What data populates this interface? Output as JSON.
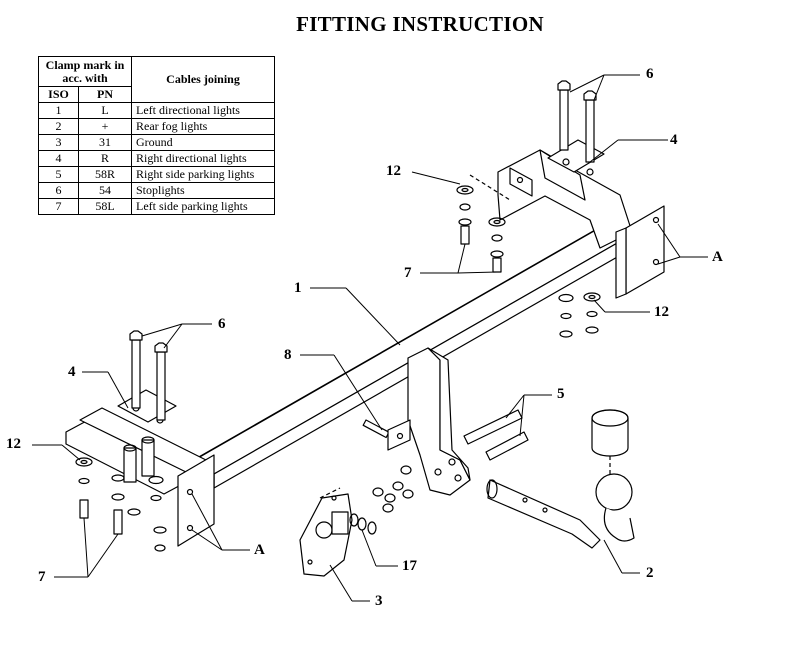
{
  "title": "FITTING INSTRUCTION",
  "legend": {
    "header_clamp": "Clamp mark in acc. with",
    "header_cables": "Cables joining",
    "header_iso": "ISO",
    "header_pn": "PN",
    "rows": [
      {
        "iso": "1",
        "pn": "L",
        "desc": "Left directional lights"
      },
      {
        "iso": "2",
        "pn": "+",
        "desc": "Rear fog lights"
      },
      {
        "iso": "3",
        "pn": "31",
        "desc": "Ground"
      },
      {
        "iso": "4",
        "pn": "R",
        "desc": "Right directional lights"
      },
      {
        "iso": "5",
        "pn": "58R",
        "desc": "Right side parking lights"
      },
      {
        "iso": "6",
        "pn": "54",
        "desc": "Stoplights"
      },
      {
        "iso": "7",
        "pn": "58L",
        "desc": "Left side parking lights"
      }
    ]
  },
  "callouts": {
    "bolts_top_right": "6",
    "plate_top_right": "4",
    "washers_top": "12",
    "nuts_top": "7",
    "mount_right": "A",
    "washers_right": "12",
    "crossbar": "1",
    "bolts_left": "6",
    "plate_left": "4",
    "bracket_bolt": "8",
    "washers_left": "12",
    "nuts_left": "7",
    "mount_left": "A",
    "ball_bolts": "5",
    "socket_bolt": "17",
    "socket_plate": "3",
    "towball": "2"
  }
}
